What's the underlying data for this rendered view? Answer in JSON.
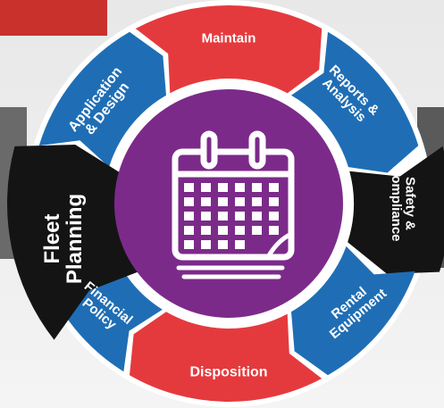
{
  "colors": {
    "blue": "#1f6eb5",
    "red": "#e53a3d",
    "black": "#141414",
    "purple": "#7c2a8a",
    "ring_bg": "#ffffff",
    "backdrop_left": "#d9d9d9",
    "backdrop_red": "#c9312d"
  },
  "center_icon": "calendar-icon",
  "segments": {
    "application": [
      "Application",
      "& Design"
    ],
    "maintain": [
      "Maintain"
    ],
    "reports": [
      "Reports &",
      "Analysis"
    ],
    "safety": [
      "Safety &",
      "Compliance"
    ],
    "rental": [
      "Rental",
      "Equipment"
    ],
    "disposition": [
      "Disposition"
    ],
    "financial": [
      "Financial",
      "Policy"
    ],
    "fleet": [
      "Fleet",
      "Planning"
    ]
  }
}
